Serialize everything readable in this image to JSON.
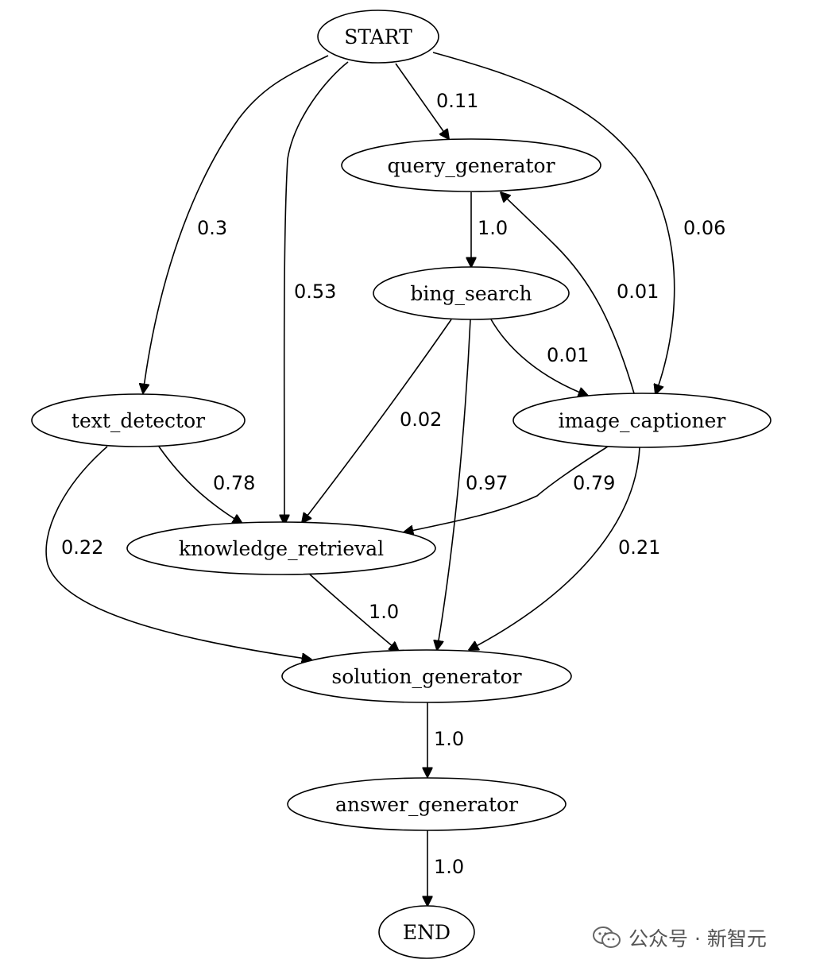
{
  "nodes": [
    {
      "id": "start",
      "label": "START"
    },
    {
      "id": "query_generator",
      "label": "query_generator"
    },
    {
      "id": "bing_search",
      "label": "bing_search"
    },
    {
      "id": "text_detector",
      "label": "text_detector"
    },
    {
      "id": "image_captioner",
      "label": "image_captioner"
    },
    {
      "id": "knowledge_retrieval",
      "label": "knowledge_retrieval"
    },
    {
      "id": "solution_generator",
      "label": "solution_generator"
    },
    {
      "id": "answer_generator",
      "label": "answer_generator"
    },
    {
      "id": "end",
      "label": "END"
    }
  ],
  "edges": [
    {
      "from": "start",
      "to": "query_generator",
      "label": "0.11"
    },
    {
      "from": "start",
      "to": "text_detector",
      "label": "0.3"
    },
    {
      "from": "start",
      "to": "knowledge_retrieval",
      "label": "0.53"
    },
    {
      "from": "start",
      "to": "image_captioner",
      "label": "0.06"
    },
    {
      "from": "query_generator",
      "to": "bing_search",
      "label": "1.0"
    },
    {
      "from": "image_captioner",
      "to": "query_generator",
      "label": "0.01"
    },
    {
      "from": "bing_search",
      "to": "image_captioner",
      "label": "0.01"
    },
    {
      "from": "bing_search",
      "to": "knowledge_retrieval",
      "label": "0.02"
    },
    {
      "from": "bing_search",
      "to": "solution_generator",
      "label": "0.97"
    },
    {
      "from": "text_detector",
      "to": "knowledge_retrieval",
      "label": "0.78"
    },
    {
      "from": "text_detector",
      "to": "solution_generator",
      "label": "0.22"
    },
    {
      "from": "image_captioner",
      "to": "knowledge_retrieval",
      "label": "0.79"
    },
    {
      "from": "image_captioner",
      "to": "solution_generator",
      "label": "0.21"
    },
    {
      "from": "knowledge_retrieval",
      "to": "solution_generator",
      "label": "1.0"
    },
    {
      "from": "solution_generator",
      "to": "answer_generator",
      "label": "1.0"
    },
    {
      "from": "answer_generator",
      "to": "end",
      "label": "1.0"
    }
  ],
  "watermark": {
    "text": "公众号 · 新智元",
    "icon": "wechat-icon"
  }
}
